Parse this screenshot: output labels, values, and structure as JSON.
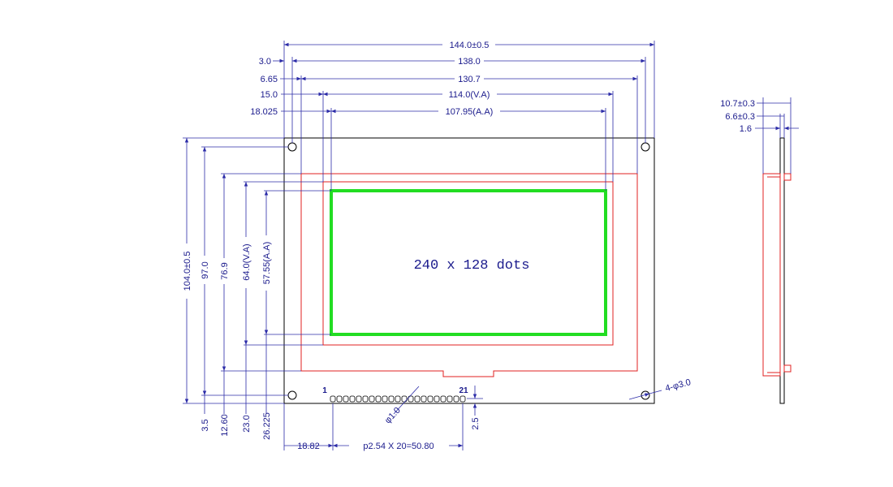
{
  "center_label": "240 x 128 dots",
  "top_dims": {
    "overall_width": "144.0±0.5",
    "hole_pitch": "138.0",
    "bezel_width": "130.7",
    "va_width": "114.0(V.A)",
    "aa_width": "107.95(A.A)",
    "offset_hole": "3.0",
    "offset_bezel": "6.65",
    "offset_va": "15.0",
    "offset_aa": "18.025"
  },
  "left_dims": {
    "overall_height": "104.0±0.5",
    "hole_pitch": "97.0",
    "bezel_height": "76.9",
    "va_height": "64.0(V.A)",
    "aa_height": "57.55(A.A)"
  },
  "bottom_dims": {
    "offset_hole": "3.5",
    "offset_bezel": "12.60",
    "offset_va": "23.0",
    "offset_aa": "26.225",
    "pin_offset": "18.82",
    "pin_pitch": "p2.54 X 20=50.80",
    "pin_row_offset": "2.5",
    "pin_hole_dia": "φ1.0",
    "pin_first": "1",
    "pin_last": "21",
    "mount_holes": "4-φ3.0"
  },
  "side_dims": {
    "total_thickness": "10.7±0.3",
    "lcd_thickness": "6.6±0.3",
    "pcb_thickness": "1.6"
  },
  "colors": {
    "outline": "#000000",
    "dimension": "#2c2ca8",
    "bezel": "#e02020",
    "active_area": "#22dd22"
  }
}
